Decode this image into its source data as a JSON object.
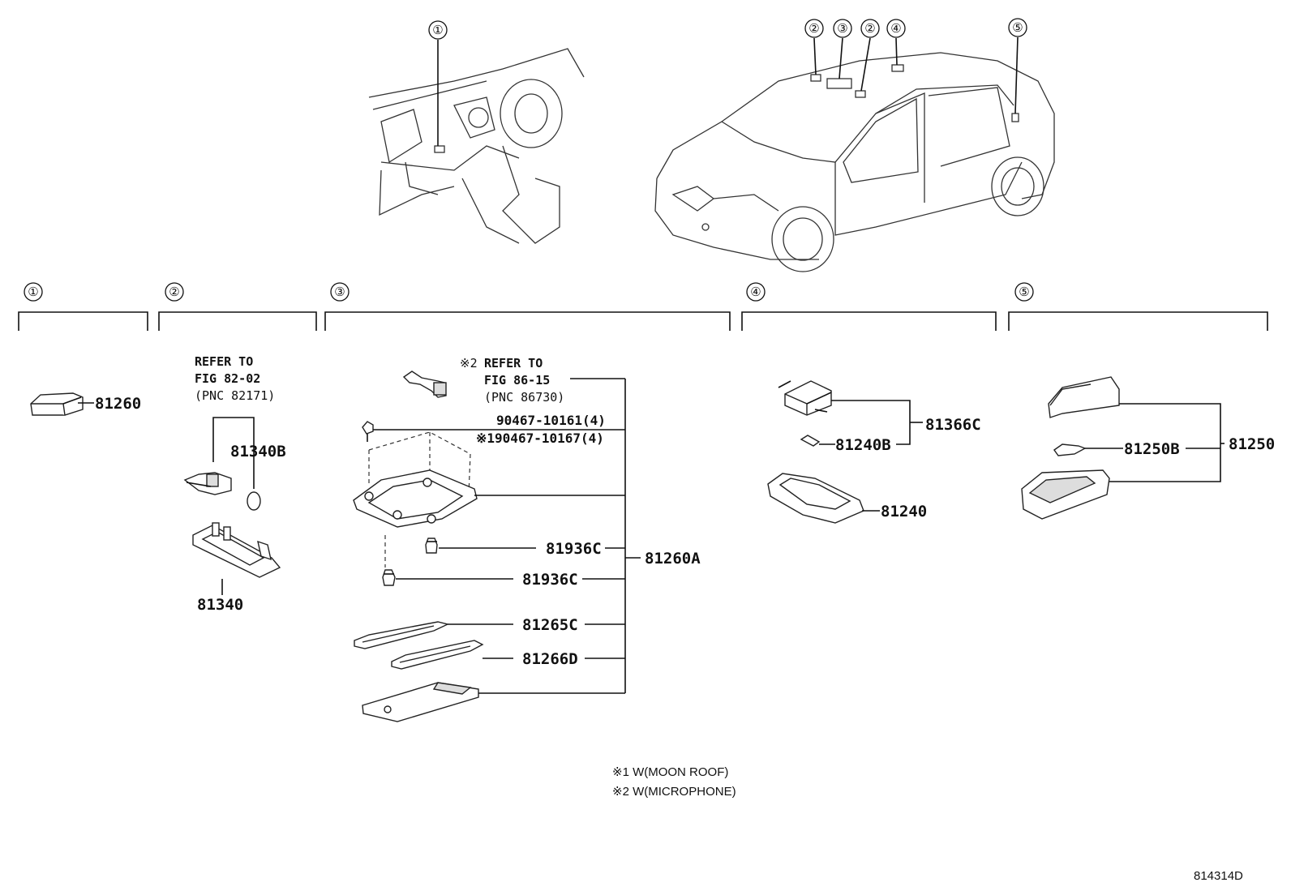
{
  "callouts": {
    "interior_1": "①",
    "roof_2a": "②",
    "roof_3": "③",
    "roof_2b": "②",
    "roof_4": "④",
    "rear_5": "⑤"
  },
  "sections": [
    {
      "num": "①"
    },
    {
      "num": "②"
    },
    {
      "num": "③"
    },
    {
      "num": "④"
    },
    {
      "num": "⑤"
    }
  ],
  "sec1": {
    "part": "81260"
  },
  "sec2": {
    "ref_line1": "REFER TO",
    "ref_line2": "FIG 82-02",
    "ref_line3": "(PNC 82171)",
    "bulb": "81340B",
    "lamp": "81340"
  },
  "sec3": {
    "ref_mark": "※2",
    "ref_line1": "REFER TO",
    "ref_line2": "FIG 86-15",
    "ref_line3": "(PNC 86730)",
    "screw1": "90467-10161(4)",
    "screw2": "※190467-10167(4)",
    "bulb_a": "81936C",
    "bulb_b": "81936C",
    "assy": "81260A",
    "lens_a": "81265C",
    "lens_b": "81266D"
  },
  "sec4": {
    "assy": "81366C",
    "bulb": "81240B",
    "lamp": "81240"
  },
  "sec5": {
    "bulb": "81250B",
    "assy": "81250"
  },
  "notes": {
    "note1": "※1 W(MOON ROOF)",
    "note2": "※2 W(MICROPHONE)"
  },
  "figure_id": "814314D"
}
